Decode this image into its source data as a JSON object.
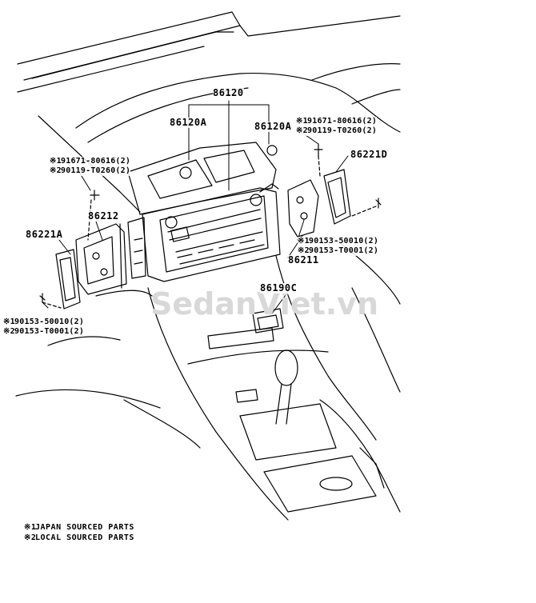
{
  "watermark": "SedanViet.vn",
  "labels": {
    "p86120": "86120",
    "p86120A_left": "86120A",
    "p86120A_right": "86120A",
    "p86221D": "86221D",
    "p86212": "86212",
    "p86221A": "86221A",
    "p86211": "86211",
    "p86190C": "86190C"
  },
  "callouts": {
    "top_right": [
      {
        "mark": "※1",
        "text": "91671-80616(2)"
      },
      {
        "mark": "※2",
        "text": "90119-T0260(2)"
      }
    ],
    "top_left": [
      {
        "mark": "※1",
        "text": "91671-80616(2)"
      },
      {
        "mark": "※2",
        "text": "90119-T0260(2)"
      }
    ],
    "mid_right": [
      {
        "mark": "※1",
        "text": "90153-50010(2)"
      },
      {
        "mark": "※2",
        "text": "90153-T0001(2)"
      }
    ],
    "bottom_left": [
      {
        "mark": "※1",
        "text": "90153-50010(2)"
      },
      {
        "mark": "※2",
        "text": "90153-T0001(2)"
      }
    ]
  },
  "notes": [
    {
      "mark": "※1",
      "text": "JAPAN SOURCED PARTS"
    },
    {
      "mark": "※2",
      "text": "LOCAL SOURCED PARTS"
    }
  ]
}
